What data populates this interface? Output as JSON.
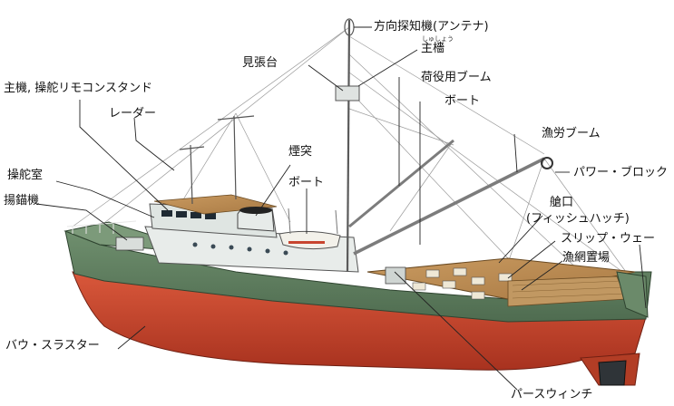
{
  "labels": {
    "direction_finder": "方向探知機(アンテナ)",
    "main_mast": "主檣",
    "main_mast_reading": "しゅしょう",
    "lookout": "見張台",
    "engine_steering": "主機, 操舵リモコンスタンド",
    "cargo_boom": "荷役用ブーム",
    "boat_upper": "ボート",
    "radar": "レーダー",
    "fishing_boom": "漁労ブーム",
    "funnel": "煙突",
    "wheelhouse": "操舵室",
    "power_block": "パワー・ブロック",
    "boat_lower": "ボート",
    "windlass": "揚錨機",
    "hatch_line1": "艙口",
    "hatch_line2": "(フィッシュハッチ)",
    "slipway": "スリップ・ウェー",
    "net_deck": "漁網置場",
    "bow_thruster": "バウ・スラスター",
    "purse_winch": "パースウィンチ"
  },
  "colors": {
    "hull_red": "#c8452f",
    "hull_green": "#5e7d5e",
    "deck_wood": "#b98a52",
    "superstructure": "#e8ecea",
    "leader_line": "#222222"
  }
}
